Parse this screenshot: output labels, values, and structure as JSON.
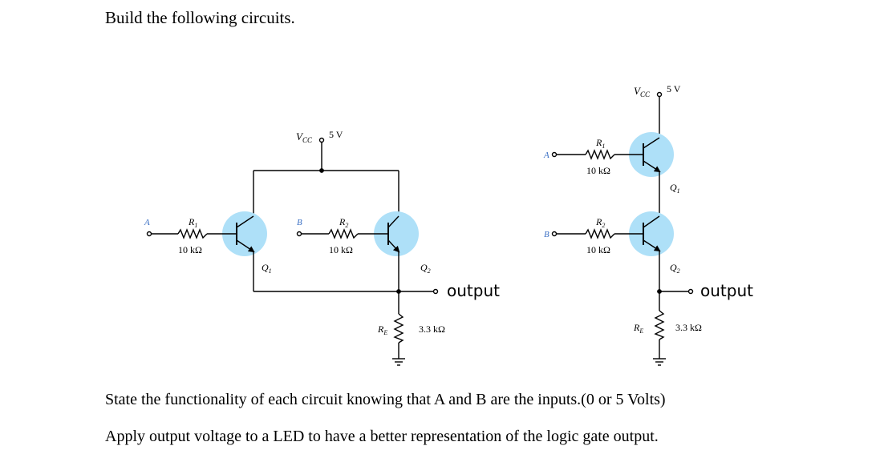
{
  "heading": "Build the following circuits.",
  "question_1": "State the functionality of each circuit knowing that A and B are the inputs.(0 or 5 Volts)",
  "question_2": "Apply output voltage to a LED to have a better representation of the logic gate output.",
  "colors": {
    "transistor_fill": "#aee0f8",
    "input_label": "#3a6fc4",
    "wire": "#000000"
  },
  "circuit_left": {
    "vcc_label": "V",
    "vcc_subscript": "CC",
    "vcc_value": "5 V",
    "input_a": "A",
    "input_b": "B",
    "r1_name": "R",
    "r1_sub": "1",
    "r1_value": "10 kΩ",
    "r2_name": "R",
    "r2_sub": "2",
    "r2_value": "10 kΩ",
    "q1_name": "Q",
    "q1_sub": "1",
    "q2_name": "Q",
    "q2_sub": "2",
    "re_name": "R",
    "re_sub": "E",
    "re_value": "3.3 kΩ",
    "output_label": "output"
  },
  "circuit_right": {
    "vcc_label": "V",
    "vcc_subscript": "CC",
    "vcc_value": "5 V",
    "input_a": "A",
    "input_b": "B",
    "r1_name": "R",
    "r1_sub": "1",
    "r1_value": "10 kΩ",
    "r2_name": "R",
    "r2_sub": "2",
    "r2_value": "10 kΩ",
    "q1_name": "Q",
    "q1_sub": "1",
    "q2_name": "Q",
    "q2_sub": "2",
    "re_name": "R",
    "re_sub": "E",
    "re_value": "3.3 kΩ",
    "output_label": "output"
  }
}
